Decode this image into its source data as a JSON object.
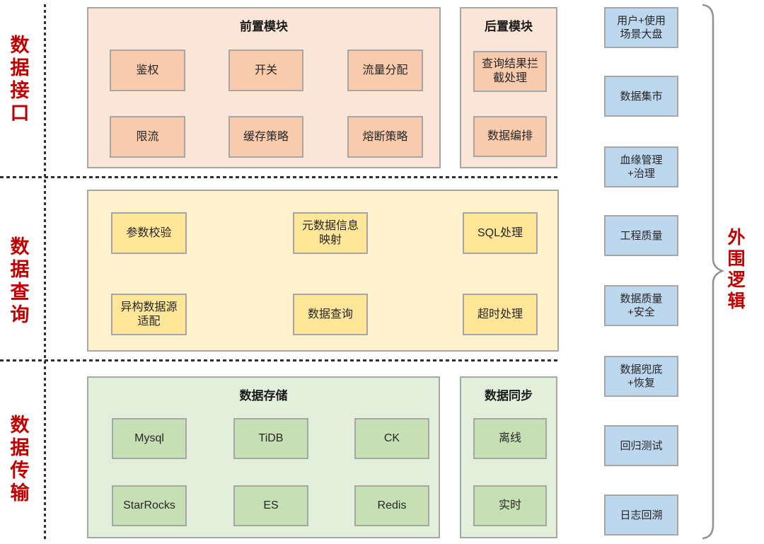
{
  "palette": {
    "section_label_red": "#c00000",
    "front_panel_bg": "#fbe5d6",
    "front_chip_bg": "#f8cbad",
    "query_panel_bg": "#fff2cc",
    "query_chip_bg": "#ffe699",
    "storage_panel_bg": "#e2efda",
    "storage_chip_bg": "#c6e0b4",
    "rail_chip_bg": "#bdd7ee",
    "border_gray": "#a6a6a6"
  },
  "left_axis": {
    "sections": [
      {
        "label": "数据接口"
      },
      {
        "label": "数据查询"
      },
      {
        "label": "数据传输"
      }
    ]
  },
  "panels": {
    "front": {
      "title": "前置模块",
      "items": [
        "鉴权",
        "开关",
        "流量分配",
        "限流",
        "缓存策略",
        "熔断策略"
      ]
    },
    "post": {
      "title": "后置模块",
      "items": [
        "查询结果拦\n截处理",
        "数据编排"
      ]
    },
    "query": {
      "items": [
        "参数校验",
        "元数据信息\n映射",
        "SQL处理",
        "异构数据源\n适配",
        "数据查询",
        "超时处理"
      ]
    },
    "storage": {
      "title": "数据存储",
      "items": [
        "Mysql",
        "TiDB",
        "CK",
        "StarRocks",
        "ES",
        "Redis"
      ]
    },
    "sync": {
      "title": "数据同步",
      "items": [
        "离线",
        "实时"
      ]
    }
  },
  "right_rail": {
    "items": [
      "用户+使用\n场景大盘",
      "数据集市",
      "血缘管理\n+治理",
      "工程质量",
      "数据质量\n+安全",
      "数据兜底\n+恢复",
      "回归测试",
      "日志回溯"
    ],
    "brace_label": "外围逻辑"
  }
}
